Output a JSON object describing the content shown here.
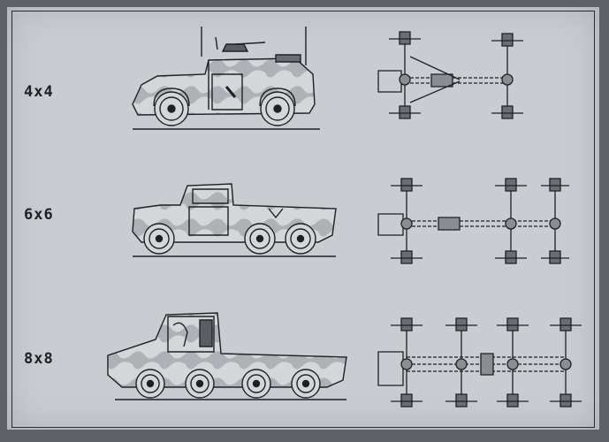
{
  "rows": [
    {
      "label": "4x4"
    },
    {
      "label": "6x6"
    },
    {
      "label": "8x8"
    }
  ],
  "colors": {
    "page": "#c9cdd1",
    "ink": "#1e2024",
    "border": "#5e6268"
  },
  "icons": [
    "4x4-vehicle-side-view",
    "4x4-chassis-plan",
    "6x6-vehicle-side-view",
    "6x6-chassis-plan",
    "8x8-vehicle-side-view",
    "8x8-chassis-plan"
  ]
}
